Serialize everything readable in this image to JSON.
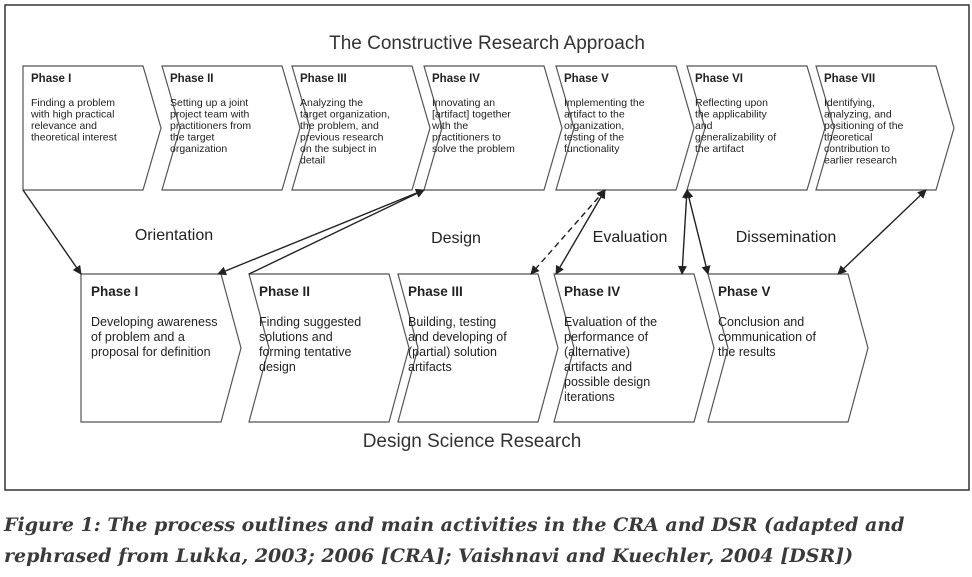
{
  "cra": {
    "title": "The Constructive Research Approach",
    "phases": [
      {
        "name": "Phase I",
        "lines": [
          "Finding a problem",
          " with high practical",
          "relevance and",
          "theoretical interest"
        ]
      },
      {
        "name": "Phase II",
        "lines": [
          "Setting up a joint",
          "project team with",
          "practitioners from",
          "the target",
          "organization"
        ]
      },
      {
        "name": "Phase III",
        "lines": [
          "Analyzing the",
          "target organization,",
          "the problem, and",
          "previous research",
          "on the subject in",
          "detail"
        ]
      },
      {
        "name": "Phase IV",
        "lines": [
          "Innovating an",
          "[artifact] together",
          "with the",
          "practitioners to",
          "solve the problem"
        ]
      },
      {
        "name": "Phase V",
        "lines": [
          "Implementing the",
          "artifact to the",
          "organization,",
          "testing of the",
          "functionality"
        ]
      },
      {
        "name": "Phase VI",
        "lines": [
          "Reflecting upon",
          "the applicability",
          "and",
          "generalizability of",
          "the artifact"
        ]
      },
      {
        "name": "Phase VII",
        "lines": [
          "Identifying,",
          "analyzing, and",
          "positioning of the",
          "theoretical",
          "contribution to",
          "earlier research"
        ]
      }
    ]
  },
  "stages": [
    "Orientation",
    "Design",
    "Evaluation",
    "Dissemination"
  ],
  "dsr": {
    "title": "Design Science Research",
    "phases": [
      {
        "name": "Phase I",
        "lines": [
          "Developing awareness",
          "of problem and a",
          "proposal for definition"
        ]
      },
      {
        "name": "Phase II",
        "lines": [
          "Finding suggested",
          "solutions and",
          "forming tentative",
          "design"
        ]
      },
      {
        "name": "Phase III",
        "lines": [
          "Building, testing",
          "and developing of",
          "(partial) solution",
          "artifacts"
        ]
      },
      {
        "name": "Phase IV",
        "lines": [
          "Evaluation of the",
          "performance of",
          "(alternative)",
          "artifacts and",
          "possible design",
          "iterations"
        ]
      },
      {
        "name": "Phase V",
        "lines": [
          "Conclusion and",
          "communication of",
          "the results"
        ]
      }
    ]
  },
  "caption": "Figure 1: The process outlines and main activities in the CRA and DSR (adapted and rephrased from Lukka, 2003; 2006 [CRA]; Vaishnavi and Kuechler, 2004 [DSR])",
  "colors": {
    "border": "#333333",
    "chevron_stroke": "#555555",
    "arrow": "#222222",
    "caption": "#3a3a3a"
  }
}
